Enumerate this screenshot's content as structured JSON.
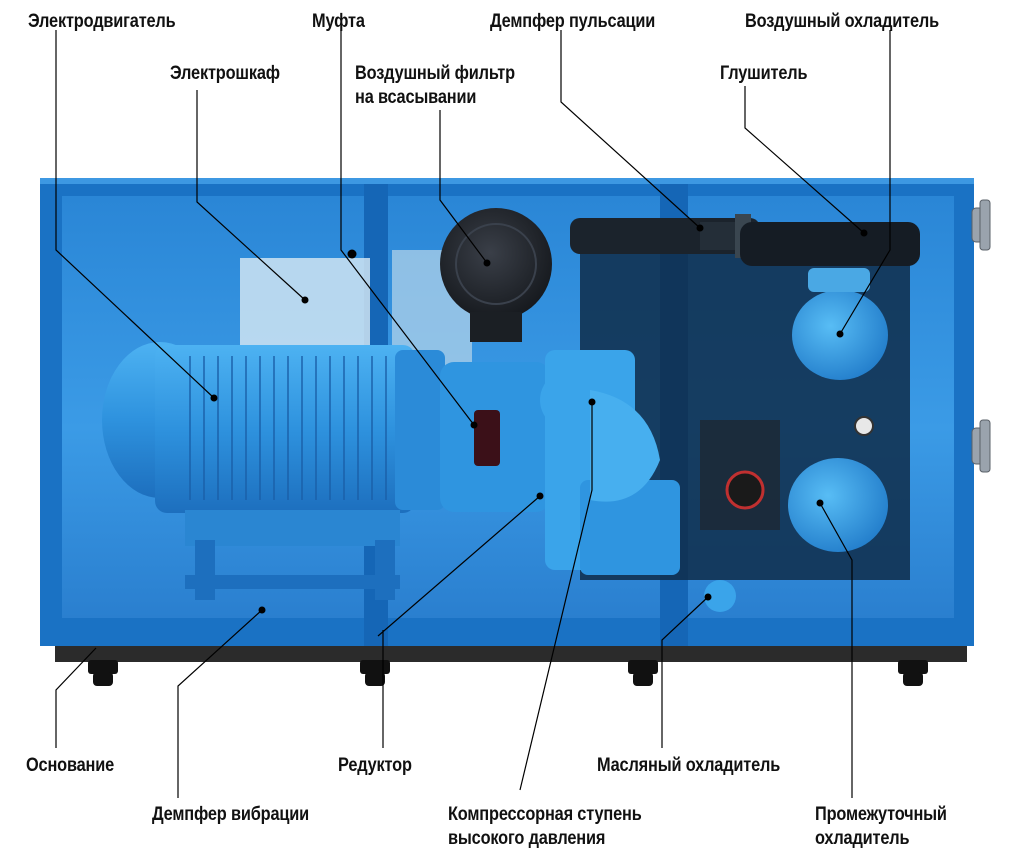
{
  "labels": {
    "motor": "Электродвигатель",
    "coupling": "Муфта",
    "pulsation_damper": "Демпфер пульсации",
    "air_cooler": "Воздушный охладитель",
    "cabinet": "Электрошкаф",
    "air_filter_1": "Воздушный фильтр",
    "air_filter_2": "на всасывании",
    "silencer": "Глушитель",
    "base": "Основание",
    "gearbox": "Редуктор",
    "oil_cooler": "Масляный охладитель",
    "vibration_damper": "Демпфер вибрации",
    "hp_stage_1": "Компрессорная ступень",
    "hp_stage_2": "высокого давления",
    "intercooler_1": "Промежуточный",
    "intercooler_2": "охладитель"
  },
  "colors": {
    "frame": "#1e78c8",
    "frame_dark": "#0c4e94",
    "inner": "#2f8fdc",
    "equipment": "#3aa4ea",
    "base": "#2a2a2a",
    "leader": "#000000"
  }
}
